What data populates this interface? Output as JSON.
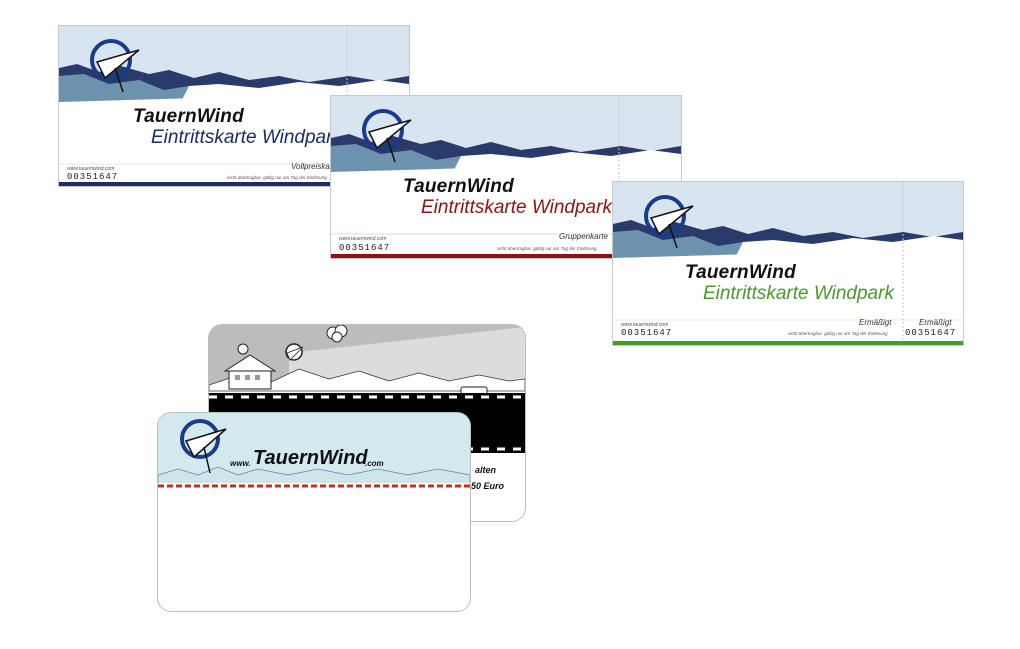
{
  "tickets": [
    {
      "brand": "TauernWind",
      "subtitle": "Eintrittskarte Windpark",
      "category": "Vollpreiskarte",
      "url": "www.tauernwind.com",
      "number": "00351647",
      "note": "nicht übertragbar, gültig nur am Tag der Einlösung",
      "accent": "#1a2e66"
    },
    {
      "brand": "TauernWind",
      "subtitle": "Eintrittskarte Windpark",
      "category": "Gruppenkarte",
      "url": "www.tauernwind.com",
      "number": "00351647",
      "note": "nicht übertragbar, gültig nur am Tag der Einlösung",
      "accent": "#8b1414"
    },
    {
      "brand": "TauernWind",
      "subtitle": "Eintrittskarte Windpark",
      "category": "Ermäßigt",
      "stub_category": "Ermäßigt",
      "url": "www.tauernwind.com",
      "number": "00351647",
      "stub_number": "00351647",
      "note": "nicht übertragbar, gültig nur am Tag der Einlösung",
      "accent": "#4a9a2a"
    }
  ],
  "cards": {
    "back": {
      "line1": "alten",
      "line2": "50 Euro"
    },
    "front": {
      "www": "www.",
      "brand": "TauernWind",
      "tld": ".com"
    }
  },
  "colors": {
    "sky": "#d8e4ef",
    "mountain_dark": "#2a3a6a",
    "mountain_mid": "#6d92ae",
    "logo_blue": "#1a3a8a",
    "stripe_red": "#cc2a1a"
  }
}
